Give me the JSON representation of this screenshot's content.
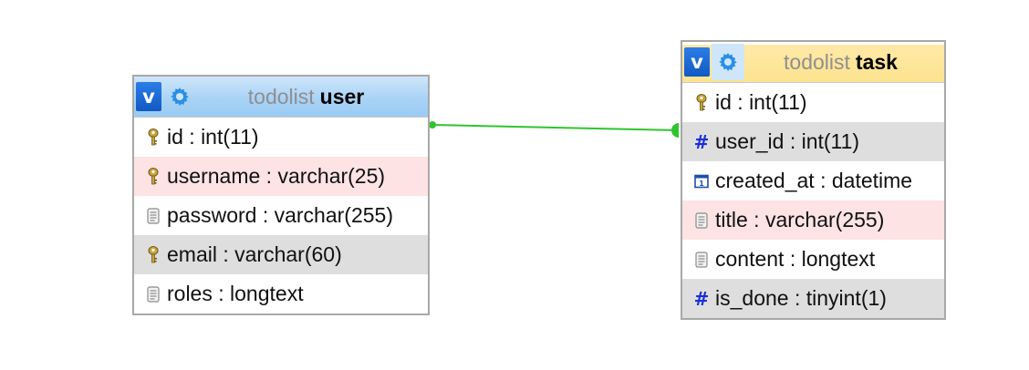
{
  "tables": {
    "user": {
      "toggle_label": "v",
      "db_name": "todolist",
      "table_name": "user",
      "header_color": "#a9d3f6",
      "columns": [
        {
          "text": "id : int(11)",
          "icon": "key-icon",
          "row_style": "normal"
        },
        {
          "text": "username : varchar(25)",
          "icon": "key-icon",
          "row_style": "index"
        },
        {
          "text": "password : varchar(255)",
          "icon": "text-field-icon",
          "row_style": "normal"
        },
        {
          "text": "email : varchar(60)",
          "icon": "key-icon",
          "row_style": "gray"
        },
        {
          "text": "roles : longtext",
          "icon": "text-field-icon",
          "row_style": "normal"
        }
      ]
    },
    "task": {
      "toggle_label": "v",
      "db_name": "todolist",
      "table_name": "task",
      "header_color": "#fce38f",
      "columns": [
        {
          "text": "id : int(11)",
          "icon": "key-icon",
          "row_style": "normal"
        },
        {
          "text": "user_id : int(11)",
          "icon": "numeric-icon",
          "row_style": "gray"
        },
        {
          "text": "created_at : datetime",
          "icon": "calendar-icon",
          "row_style": "normal"
        },
        {
          "text": "title : varchar(255)",
          "icon": "text-field-icon",
          "row_style": "index"
        },
        {
          "text": "content : longtext",
          "icon": "text-field-icon",
          "row_style": "normal"
        },
        {
          "text": "is_done : tinyint(1)",
          "icon": "numeric-icon",
          "row_style": "gray"
        }
      ]
    }
  },
  "relation": {
    "from": "task.user_id",
    "to": "user.id",
    "color": "#2ec52e"
  }
}
